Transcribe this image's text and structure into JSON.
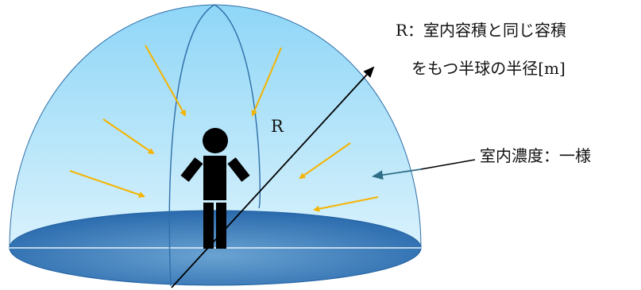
{
  "labels": {
    "radius_line1": "R：室内容積と同じ容積",
    "radius_line2": "をもつ半球の半径[m]",
    "radius_symbol": "R",
    "concentration": "室内濃度：一様"
  },
  "colors": {
    "dome_top": "#8fd6f7",
    "dome_bottom": "#d8f2fc",
    "dome_outline": "#2f6fa8",
    "floor_edge": "#1f5fa0",
    "floor_center": "#6fa8d6",
    "arrow_inflow": "#f5b400",
    "arrow_pointer": "#2f6f88",
    "figure": "#000000"
  },
  "icons": {
    "person": "person-icon"
  }
}
